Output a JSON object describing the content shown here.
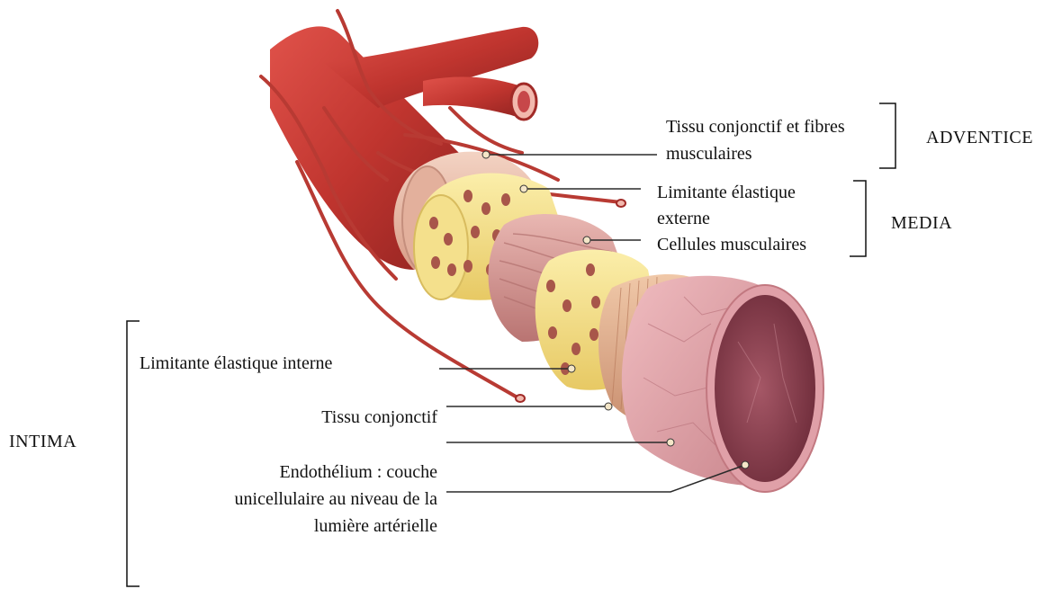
{
  "groups": {
    "adventice": "ADVENTICE",
    "media": "MEDIA",
    "intima": "INTIMA"
  },
  "labels": {
    "tissu_fibres_line1": "Tissu conjonctif et fibres",
    "tissu_fibres_line2": "musculaires",
    "limitante_externe_line1": "Limitante élastique",
    "limitante_externe_line2": "externe",
    "cellules_musculaires": "Cellules musculaires",
    "limitante_interne": "Limitante élastique interne",
    "tissu_conjonctif": "Tissu conjonctif",
    "endothelium_line1": "Endothélium : couche",
    "endothelium_line2": "unicellulaire au niveau de la",
    "endothelium_line3": "lumière artérielle"
  },
  "colors": {
    "artery_red": "#c0352f",
    "adventitia_pink": "#e7b9a5",
    "elastic_yellow": "#f3df86",
    "muscle_pink": "#d99a98",
    "intima_pink": "#e3a3a8",
    "lumen_dark": "#8c3f4e",
    "leader_line": "#2a2a2a"
  }
}
